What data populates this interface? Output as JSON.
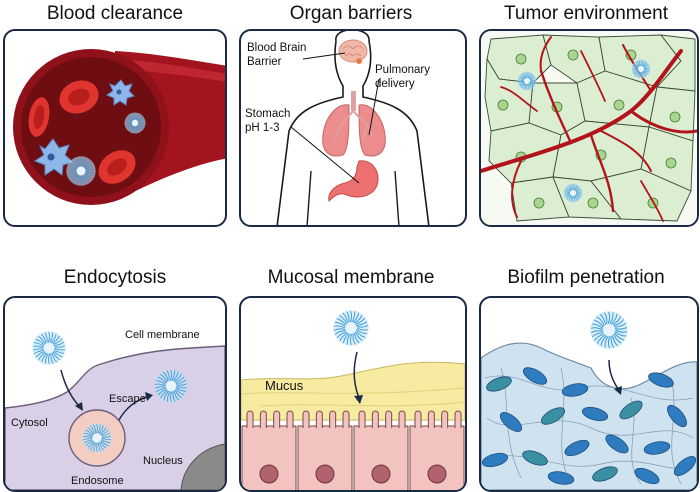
{
  "panels": {
    "blood": {
      "title": "Blood clearance"
    },
    "organ": {
      "title": "Organ barriers",
      "bbb_line1": "Blood Brain",
      "bbb_line2": "Barrier",
      "pulm_line1": "Pulmonary",
      "pulm_line2": "delivery",
      "stomach_line1": "Stomach",
      "stomach_line2": "pH 1-3"
    },
    "tumor": {
      "title": "Tumor environment"
    },
    "endo": {
      "title": "Endocytosis",
      "cell_membrane": "Cell membrane",
      "cytosol": "Cytosol",
      "escape": "Escape",
      "endosome": "Endosome",
      "nucleus": "Nucleus"
    },
    "mucosal": {
      "title": "Mucosal membrane",
      "mucus": "Mucus"
    },
    "biofilm": {
      "title": "Biofilm penetration"
    }
  },
  "colors": {
    "frame": "#1b2a44",
    "blood_vessel": "#a3141f",
    "blood_inner": "#6e0d12",
    "rbc": "#e0352e",
    "nanoparticle": "#3a9bd8",
    "tumor_cell": "#dbeed2",
    "endo_cell": "#d9cfe6",
    "mucus": "#f6eba0",
    "mucosa_cell": "#f3c4bf",
    "biofilm_bg": "#cfe2f0",
    "bacteria": "#2f7bbf"
  }
}
